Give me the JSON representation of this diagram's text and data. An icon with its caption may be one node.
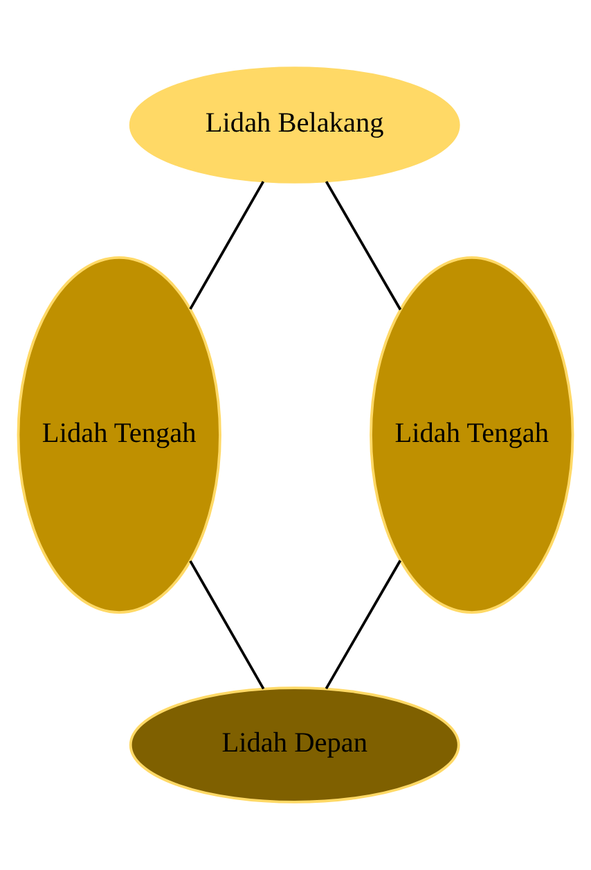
{
  "diagram": {
    "nodes": [
      {
        "text": [
          "Lidah Belakang"
        ]
      },
      {
        "text": [
          "Lidah Tengah"
        ]
      },
      {
        "text": [
          "Lidah Tengah"
        ]
      },
      {
        "text": [
          "Lidah Depan"
        ]
      }
    ],
    "edges": [
      {
        "from": 0,
        "to": 1,
        "arrow": "none"
      },
      {
        "from": 0,
        "to": 2,
        "arrow": "none"
      },
      {
        "from": 1,
        "to": 3,
        "arrow": "none"
      },
      {
        "from": 2,
        "to": 3,
        "arrow": "none"
      }
    ]
  }
}
